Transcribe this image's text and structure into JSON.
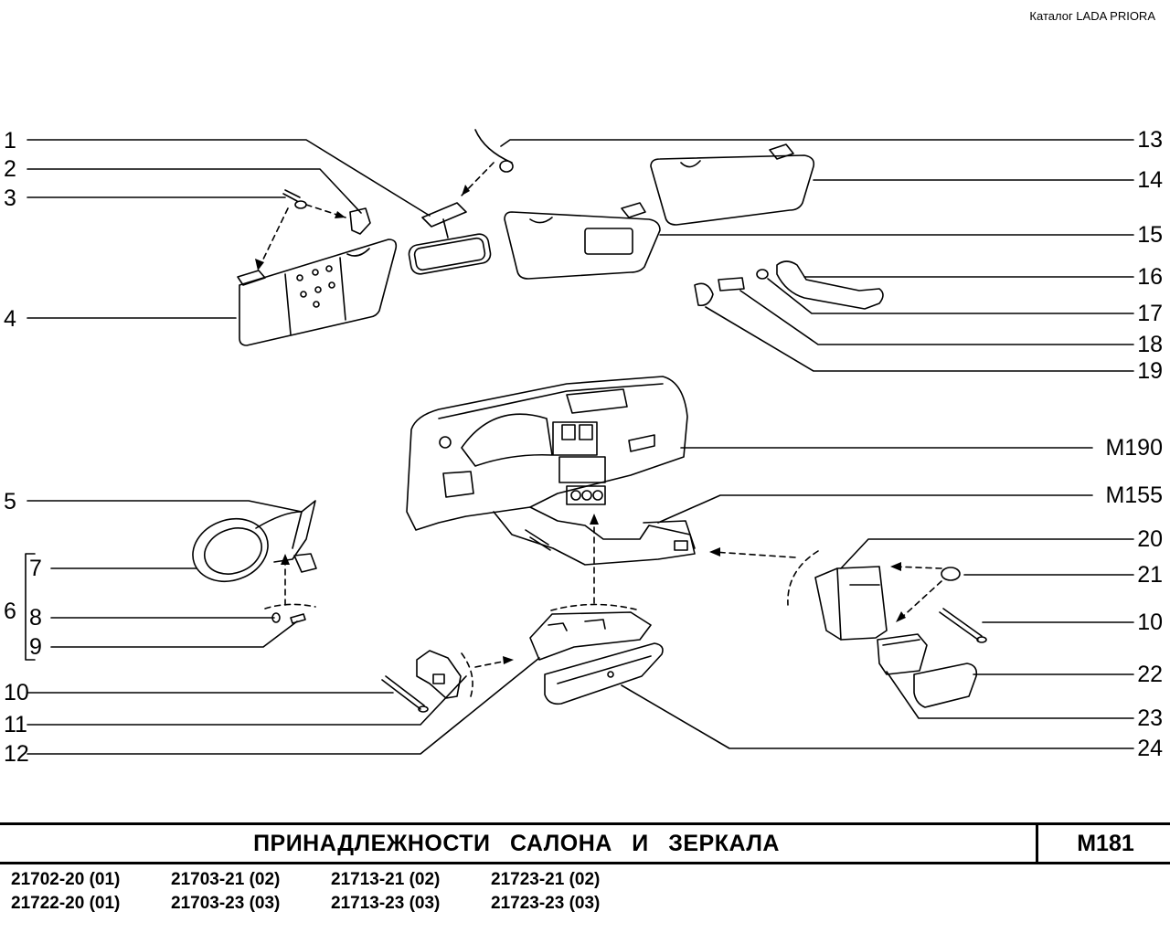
{
  "header": {
    "catalog": "Каталог  LADA  PRIORA"
  },
  "labels": {
    "left": [
      "1",
      "2",
      "3",
      "4",
      "5",
      "6",
      "7",
      "8",
      "9",
      "10",
      "11",
      "12"
    ],
    "right": [
      "13",
      "14",
      "15",
      "16",
      "17",
      "18",
      "19",
      "М190",
      "М155",
      "20",
      "21",
      "10",
      "22",
      "23",
      "24"
    ]
  },
  "footer": {
    "title": "ПРИНАДЛЕЖНОСТИ   САЛОНА   И   ЗЕРКАЛА",
    "code": "М181",
    "models": [
      "21702-20 (01)",
      "21703-21 (02)",
      "21713-21 (02)",
      "21723-21 (02)",
      "21722-20 (01)",
      "21703-23 (03)",
      "21713-23 (03)",
      "21723-23 (03)"
    ]
  }
}
